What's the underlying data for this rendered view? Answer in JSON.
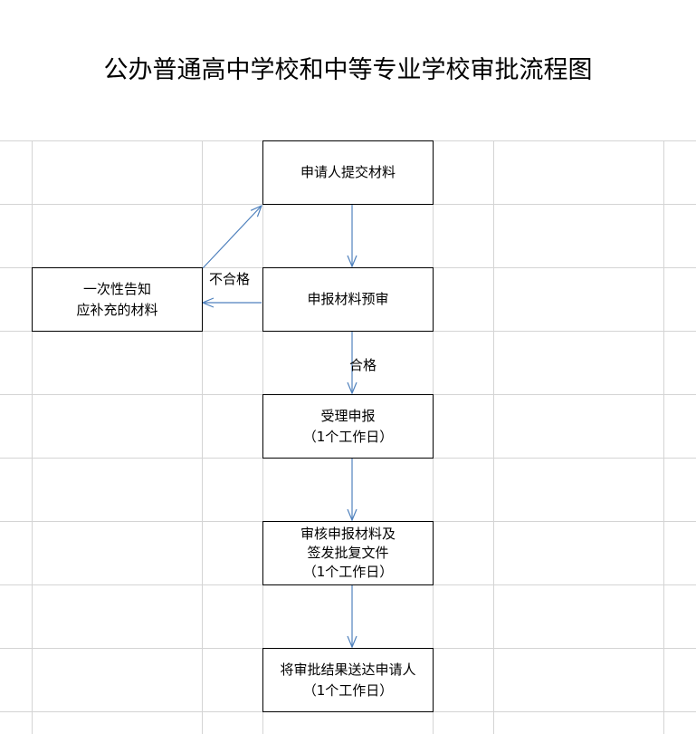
{
  "title": "公办普通高中学校和中等专业学校审批流程图",
  "nodes": {
    "submit": {
      "lines": [
        "申请人提交材料"
      ]
    },
    "pre_review": {
      "lines": [
        "申报材料预审"
      ]
    },
    "notify": {
      "lines": [
        "一次性告知",
        "应补充的材料"
      ]
    },
    "accept": {
      "lines": [
        "受理申报",
        "（1个工作日）"
      ]
    },
    "review": {
      "lines": [
        "审核申报材料及",
        "签发批复文件",
        "（1个工作日）"
      ]
    },
    "deliver": {
      "lines": [
        "将审批结果送达申请人",
        "（1个工作日）"
      ]
    }
  },
  "edges": {
    "fail_label": "不合格",
    "pass_label": "合格"
  },
  "colors": {
    "arrow": "#4f81bd",
    "grid": "#d4d4d4",
    "box_border": "#000000"
  }
}
